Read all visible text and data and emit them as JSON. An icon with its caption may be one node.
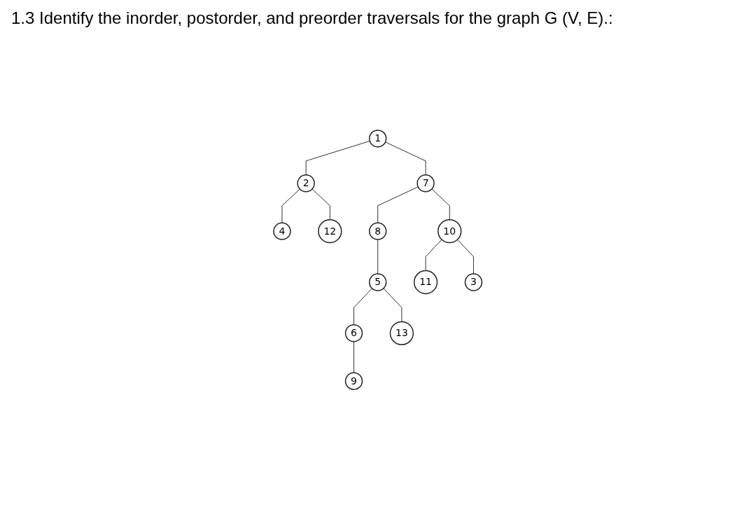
{
  "diagram": {
    "title": "1.3 Identify the inorder, postorder, and preorder traversals for the graph G (V, E).:",
    "nodes": [
      {
        "text": [
          "1"
        ]
      },
      {
        "text": [
          "2"
        ]
      },
      {
        "text": [
          "7"
        ]
      },
      {
        "text": [
          "4"
        ]
      },
      {
        "text": [
          "12"
        ]
      },
      {
        "text": [
          "8"
        ]
      },
      {
        "text": [
          "10"
        ]
      },
      {
        "text": [
          "5"
        ]
      },
      {
        "text": [
          "11"
        ]
      },
      {
        "text": [
          "3"
        ]
      },
      {
        "text": [
          "6"
        ]
      },
      {
        "text": [
          "13"
        ]
      },
      {
        "text": [
          "9"
        ]
      }
    ],
    "edges": [
      {
        "from": 0,
        "to": 1,
        "arrow": "none"
      },
      {
        "from": 0,
        "to": 2,
        "arrow": "none"
      },
      {
        "from": 1,
        "to": 3,
        "arrow": "none"
      },
      {
        "from": 1,
        "to": 4,
        "arrow": "none"
      },
      {
        "from": 2,
        "to": 5,
        "arrow": "none"
      },
      {
        "from": 2,
        "to": 6,
        "arrow": "none"
      },
      {
        "from": 5,
        "to": 7,
        "arrow": "none"
      },
      {
        "from": 6,
        "to": 8,
        "arrow": "none"
      },
      {
        "from": 6,
        "to": 9,
        "arrow": "none"
      },
      {
        "from": 7,
        "to": 10,
        "arrow": "none"
      },
      {
        "from": 7,
        "to": 11,
        "arrow": "none"
      },
      {
        "from": 10,
        "to": 12,
        "arrow": "none"
      }
    ]
  }
}
